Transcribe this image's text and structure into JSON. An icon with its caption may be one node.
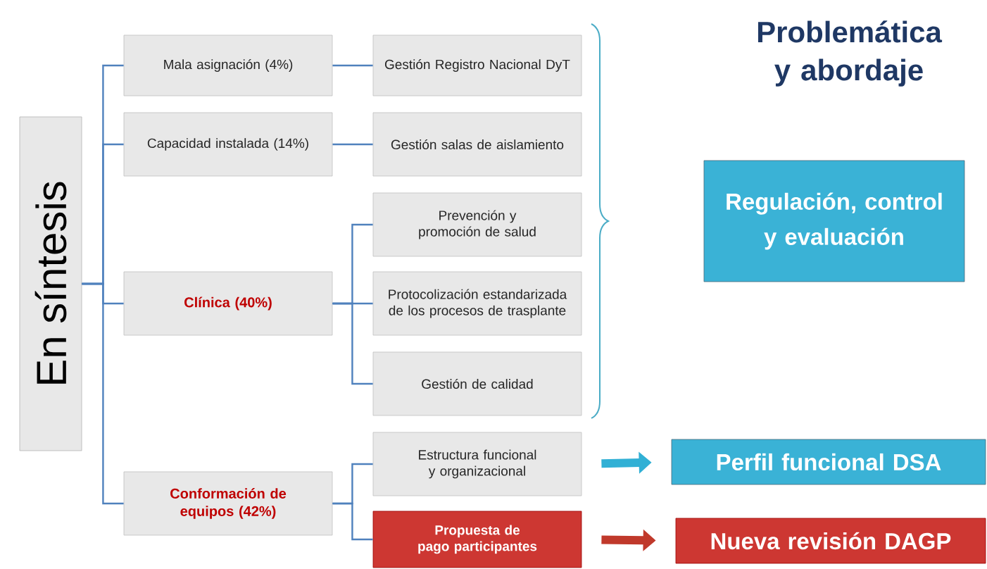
{
  "diagram": {
    "title": "Problemática y abordaje",
    "nodes": [
      {
        "text": [
          "En síntesis"
        ]
      },
      {
        "text": [
          "Mala asignación (4%)"
        ]
      },
      {
        "text": [
          "Capacidad instalada (14%)"
        ]
      },
      {
        "text": [
          "Clínica (40%)"
        ]
      },
      {
        "text": [
          "Conformación de equipos (42%)"
        ]
      },
      {
        "text": [
          "Gestión Registro Nacional DyT"
        ]
      },
      {
        "text": [
          "Gestión salas de aislamiento"
        ]
      },
      {
        "text": [
          "Prevención y promoción de salud"
        ]
      },
      {
        "text": [
          "Protocolización estandarizada de los procesos de trasplante"
        ]
      },
      {
        "text": [
          "Gestión de calidad"
        ]
      },
      {
        "text": [
          "Estructura funcional y organizacional"
        ]
      },
      {
        "text": [
          "Propuesta de pago participantes"
        ]
      },
      {
        "text": [
          "Regulación, control y evaluación"
        ]
      },
      {
        "text": [
          "Perfil funcional DSA"
        ]
      },
      {
        "text": [
          "Nueva revisión DAGP"
        ]
      }
    ],
    "edges": [
      {
        "from": 0,
        "to": 1,
        "arrow": "none"
      },
      {
        "from": 0,
        "to": 2,
        "arrow": "none"
      },
      {
        "from": 0,
        "to": 3,
        "arrow": "none"
      },
      {
        "from": 0,
        "to": 4,
        "arrow": "none"
      },
      {
        "from": 1,
        "to": 5,
        "arrow": "none"
      },
      {
        "from": 2,
        "to": 6,
        "arrow": "none"
      },
      {
        "from": 3,
        "to": 7,
        "arrow": "none"
      },
      {
        "from": 3,
        "to": 8,
        "arrow": "none"
      },
      {
        "from": 3,
        "to": 9,
        "arrow": "none"
      },
      {
        "from": 4,
        "to": 10,
        "arrow": "none"
      },
      {
        "from": 4,
        "to": 11,
        "arrow": "none"
      },
      {
        "from": 10,
        "to": 13,
        "arrow": "to",
        "style": "thick",
        "color": "#31b0d5"
      },
      {
        "from": 11,
        "to": 14,
        "arrow": "to",
        "style": "thick",
        "color": "#c0392b"
      }
    ]
  }
}
